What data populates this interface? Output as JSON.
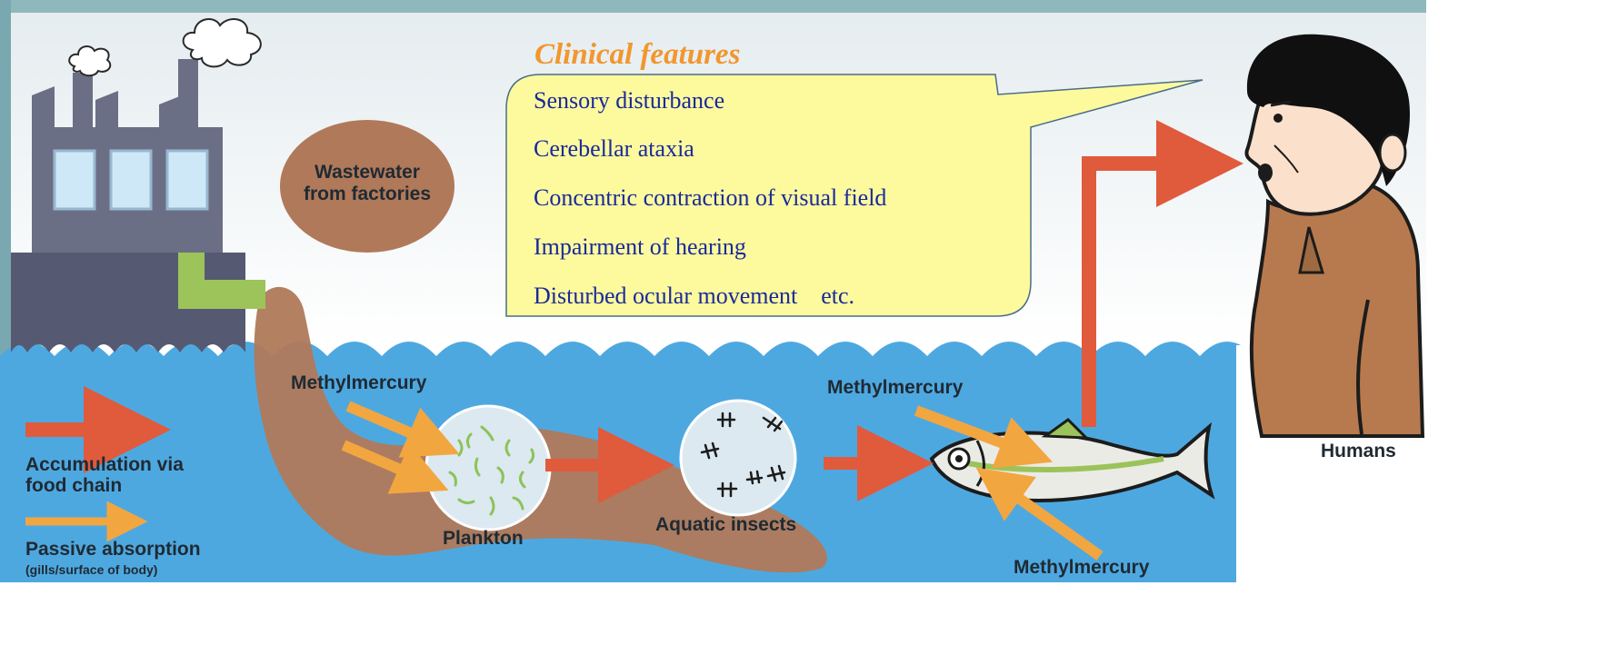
{
  "clinical": {
    "title": "Clinical features",
    "items": [
      "Sensory disturbance",
      "Cerebellar ataxia",
      "Concentric contraction of visual field",
      "Impairment of hearing",
      "Disturbed ocular movement    etc."
    ]
  },
  "labels": {
    "wastewater_line1": "Wastewater",
    "wastewater_line2": "from factories",
    "methyl_1": "Methylmercury",
    "methyl_2": "Methylmercury",
    "methyl_3": "Methylmercury",
    "plankton": "Plankton",
    "insects": "Aquatic insects",
    "humans": "Humans"
  },
  "legend": {
    "food_chain_line1": "Accumulation via",
    "food_chain_line2": "food chain",
    "passive_line1": "Passive absorption",
    "passive_line2": "(gills/surface of body)"
  },
  "colors": {
    "food_chain_arrow": "#e05a3c",
    "passive_arrow": "#f2a640",
    "water": "#4ea8e0",
    "sludge": "#b0795a",
    "bubble": "#fdfa9e",
    "factory": "#6b6f85"
  }
}
